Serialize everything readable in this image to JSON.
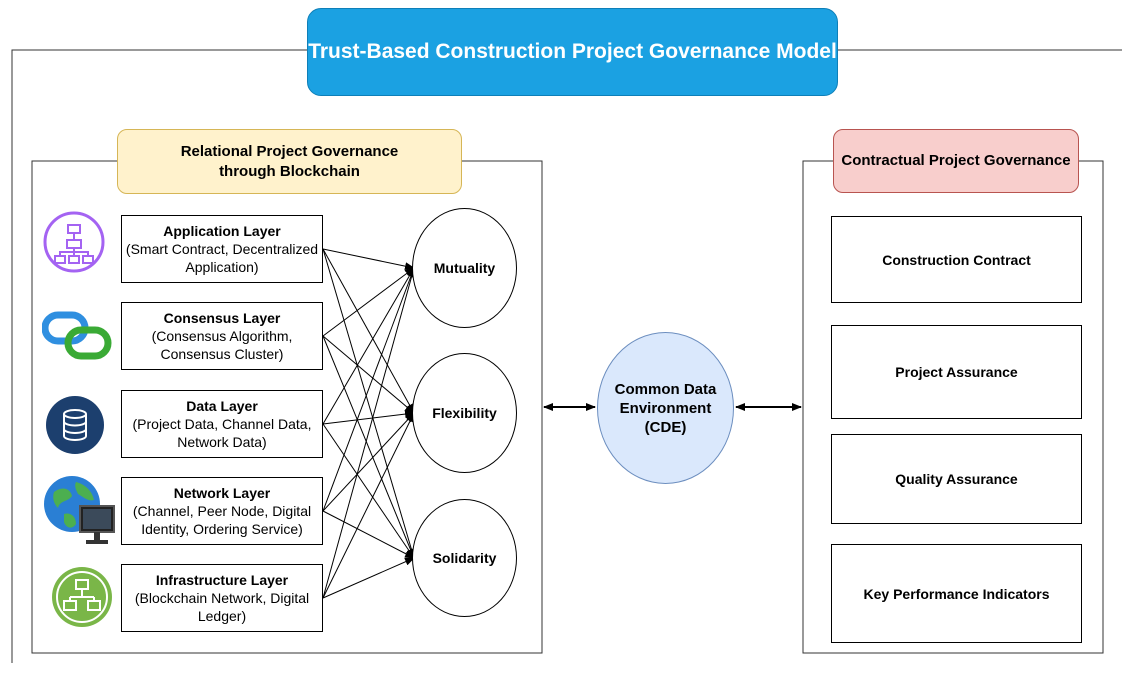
{
  "title": "Trust-Based Construction Project Governance Model",
  "relational_governance": {
    "header": "Relational Project Governance\nthrough Blockchain",
    "layers": [
      {
        "title": "Application Layer",
        "description": "(Smart Contract, Decentralized\nApplication)",
        "icon": "hierarchy-icon"
      },
      {
        "title": "Consensus Layer",
        "description": "(Consensus Algorithm,\nConsensus Cluster)",
        "icon": "chain-links-icon"
      },
      {
        "title": "Data Layer",
        "description": "(Project Data, Channel Data,\nNetwork Data)",
        "icon": "database-icon"
      },
      {
        "title": "Network Layer",
        "description": "(Channel, Peer Node, Digital\nIdentity, Ordering Service)",
        "icon": "globe-monitor-icon"
      },
      {
        "title": "Infrastructure Layer",
        "description": "(Blockchain Network, Digital\nLedger)",
        "icon": "network-computers-icon"
      }
    ],
    "principles": [
      "Mutuality",
      "Flexibility",
      "Solidarity"
    ]
  },
  "cde": {
    "label": "Common Data\nEnvironment\n(CDE)"
  },
  "contractual_governance": {
    "header": "Contractual Project Governance",
    "items": [
      "Construction Contract",
      "Project Assurance",
      "Quality Assurance",
      "Key Performance Indicators"
    ]
  },
  "colors": {
    "title_bg": "#1ba1e2",
    "relational_header_bg": "#fff2cc",
    "contractual_header_bg": "#f8cecc",
    "cde_bg": "#dae8fc",
    "application_icon": "#a463f2",
    "consensus_icon_blue": "#2f8fe0",
    "consensus_icon_green": "#3aaa35",
    "data_icon": "#1c3f6e",
    "infrastructure_icon": "#7ab648"
  }
}
